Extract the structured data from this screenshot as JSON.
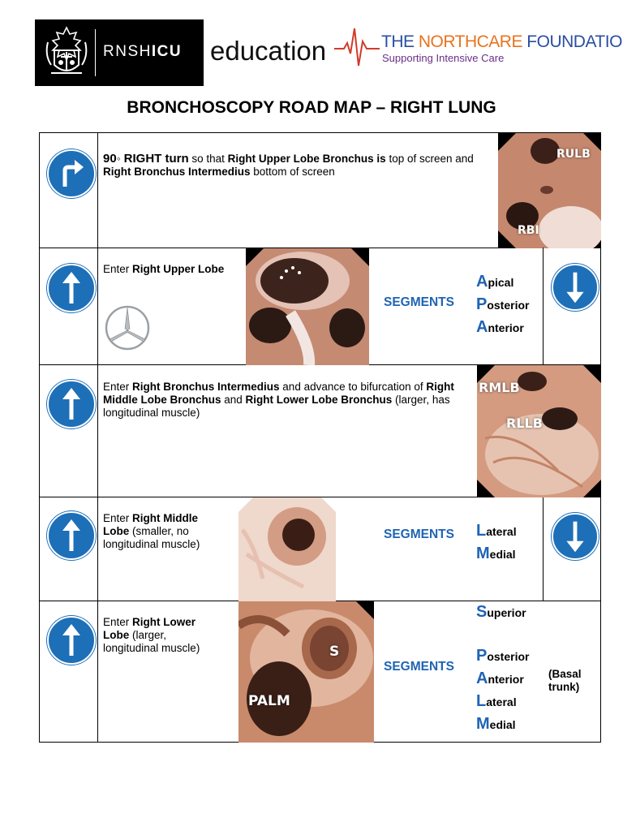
{
  "header": {
    "logo_text_a": "RNSH",
    "logo_text_b": "ICU",
    "education": "education",
    "foundation_prefix": "THE ",
    "foundation_accent": "NORTHCARE",
    "foundation_suffix": " FOUNDATION",
    "foundation_tagline": "Supporting Intensive Care",
    "icons": [
      "crest-logo",
      "ekg-heartbeat-icon"
    ]
  },
  "title": "BRONCHOSCOPY ROAD MAP – RIGHT LUNG",
  "colors": {
    "sign_blue": "#1d6fb8",
    "segment_blue": "#1f63b4",
    "foundation_blue": "#2a4fa0",
    "foundation_purple": "#6b2e88",
    "accent_orange": "#e8731f"
  },
  "rows": [
    {
      "sign": "turn-right-sign",
      "text": {
        "a": "90",
        "deg": "◦",
        "b": " RIGHT turn",
        "c": " so that ",
        "d": "Right Upper Lobe Bronchus is",
        "e": " top of screen and ",
        "f": "Right Bronchus Intermedius",
        "g": " bottom of screen"
      },
      "image_labels": [
        "RULB",
        "RBI"
      ]
    },
    {
      "sign": "ahead-sign",
      "text": {
        "a": "Enter ",
        "b": "Right Upper Lobe"
      },
      "symbol": "mercedes-star-icon",
      "segments_label": "SEGMENTS",
      "segments": [
        {
          "L": "A",
          "rest": "pical"
        },
        {
          "L": "P",
          "rest": "osterior"
        },
        {
          "L": "A",
          "rest": "nterior"
        }
      ],
      "end_sign": "down-arrow-sign"
    },
    {
      "sign": "ahead-sign",
      "text": {
        "a": "Enter ",
        "b": "Right Bronchus Intermedius",
        "c": " and advance to bifurcation of ",
        "d": "Right Middle Lobe Bronchus",
        "e": " and ",
        "f": "Right Lower Lobe Bronchus",
        "g": " (larger, has longitudinal muscle)"
      },
      "image_labels": [
        "RMLB",
        "RLLB"
      ]
    },
    {
      "sign": "ahead-sign",
      "text": {
        "a": "Enter ",
        "b": "Right Middle Lobe",
        "c": " (smaller, no longitudinal muscle)"
      },
      "segments_label": "SEGMENTS",
      "segments": [
        {
          "L": "L",
          "rest": "ateral"
        },
        {
          "L": "M",
          "rest": "edial"
        }
      ],
      "end_sign": "down-arrow-sign"
    },
    {
      "sign": "ahead-sign",
      "text": {
        "a": "Enter ",
        "b": "Right Lower Lobe",
        "c": " (larger, longitudinal muscle)"
      },
      "image_labels": [
        "S",
        "PALM"
      ],
      "segments_label": "SEGMENTS",
      "superior": {
        "L": "S",
        "rest": "uperior"
      },
      "segments": [
        {
          "L": "P",
          "rest": "osterior"
        },
        {
          "L": "A",
          "rest": "nterior"
        },
        {
          "L": "L",
          "rest": "ateral"
        },
        {
          "L": "M",
          "rest": "edial"
        }
      ],
      "basal_note": "(Basal trunk)"
    }
  ]
}
